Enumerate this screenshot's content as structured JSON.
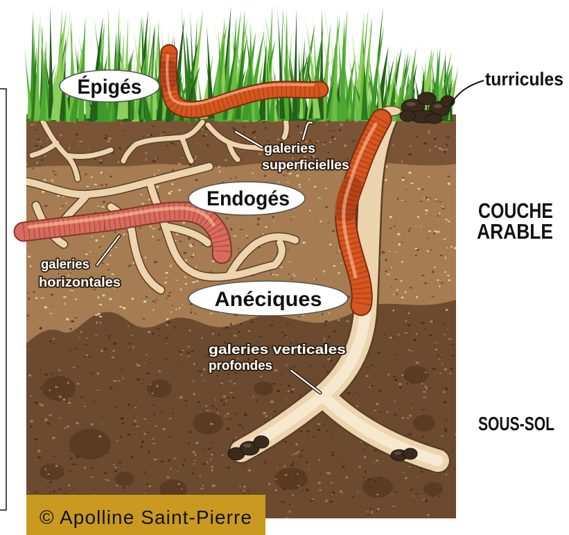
{
  "labels": {
    "epiges": "Épigés",
    "endoges": "Endogés",
    "aneciques": "Anéciques",
    "galeries_superficielles": [
      "galeries",
      "superficielles"
    ],
    "galeries_horizontales": [
      "galeries",
      "horizontales"
    ],
    "galeries_verticales_profondes": [
      "galeries verticales",
      "profondes"
    ],
    "turricules": "turricules",
    "couche_arable": [
      "COUCHE",
      "ARABLE"
    ],
    "sous_sol": "SOUS-SOL"
  },
  "credit": "© Apolline Saint-Pierre",
  "colors": {
    "grass": "#3f9a2a",
    "topsoil_dark": "#7a5436",
    "topsoil_light": "#a67c52",
    "subsoil": "#6b4a2f",
    "burrow": "#ecd4af",
    "worm_orange": "#d6561f",
    "worm_pink": "#d86b5d",
    "castings": "#3a2a1c",
    "credit_box": "#c99a1f"
  }
}
